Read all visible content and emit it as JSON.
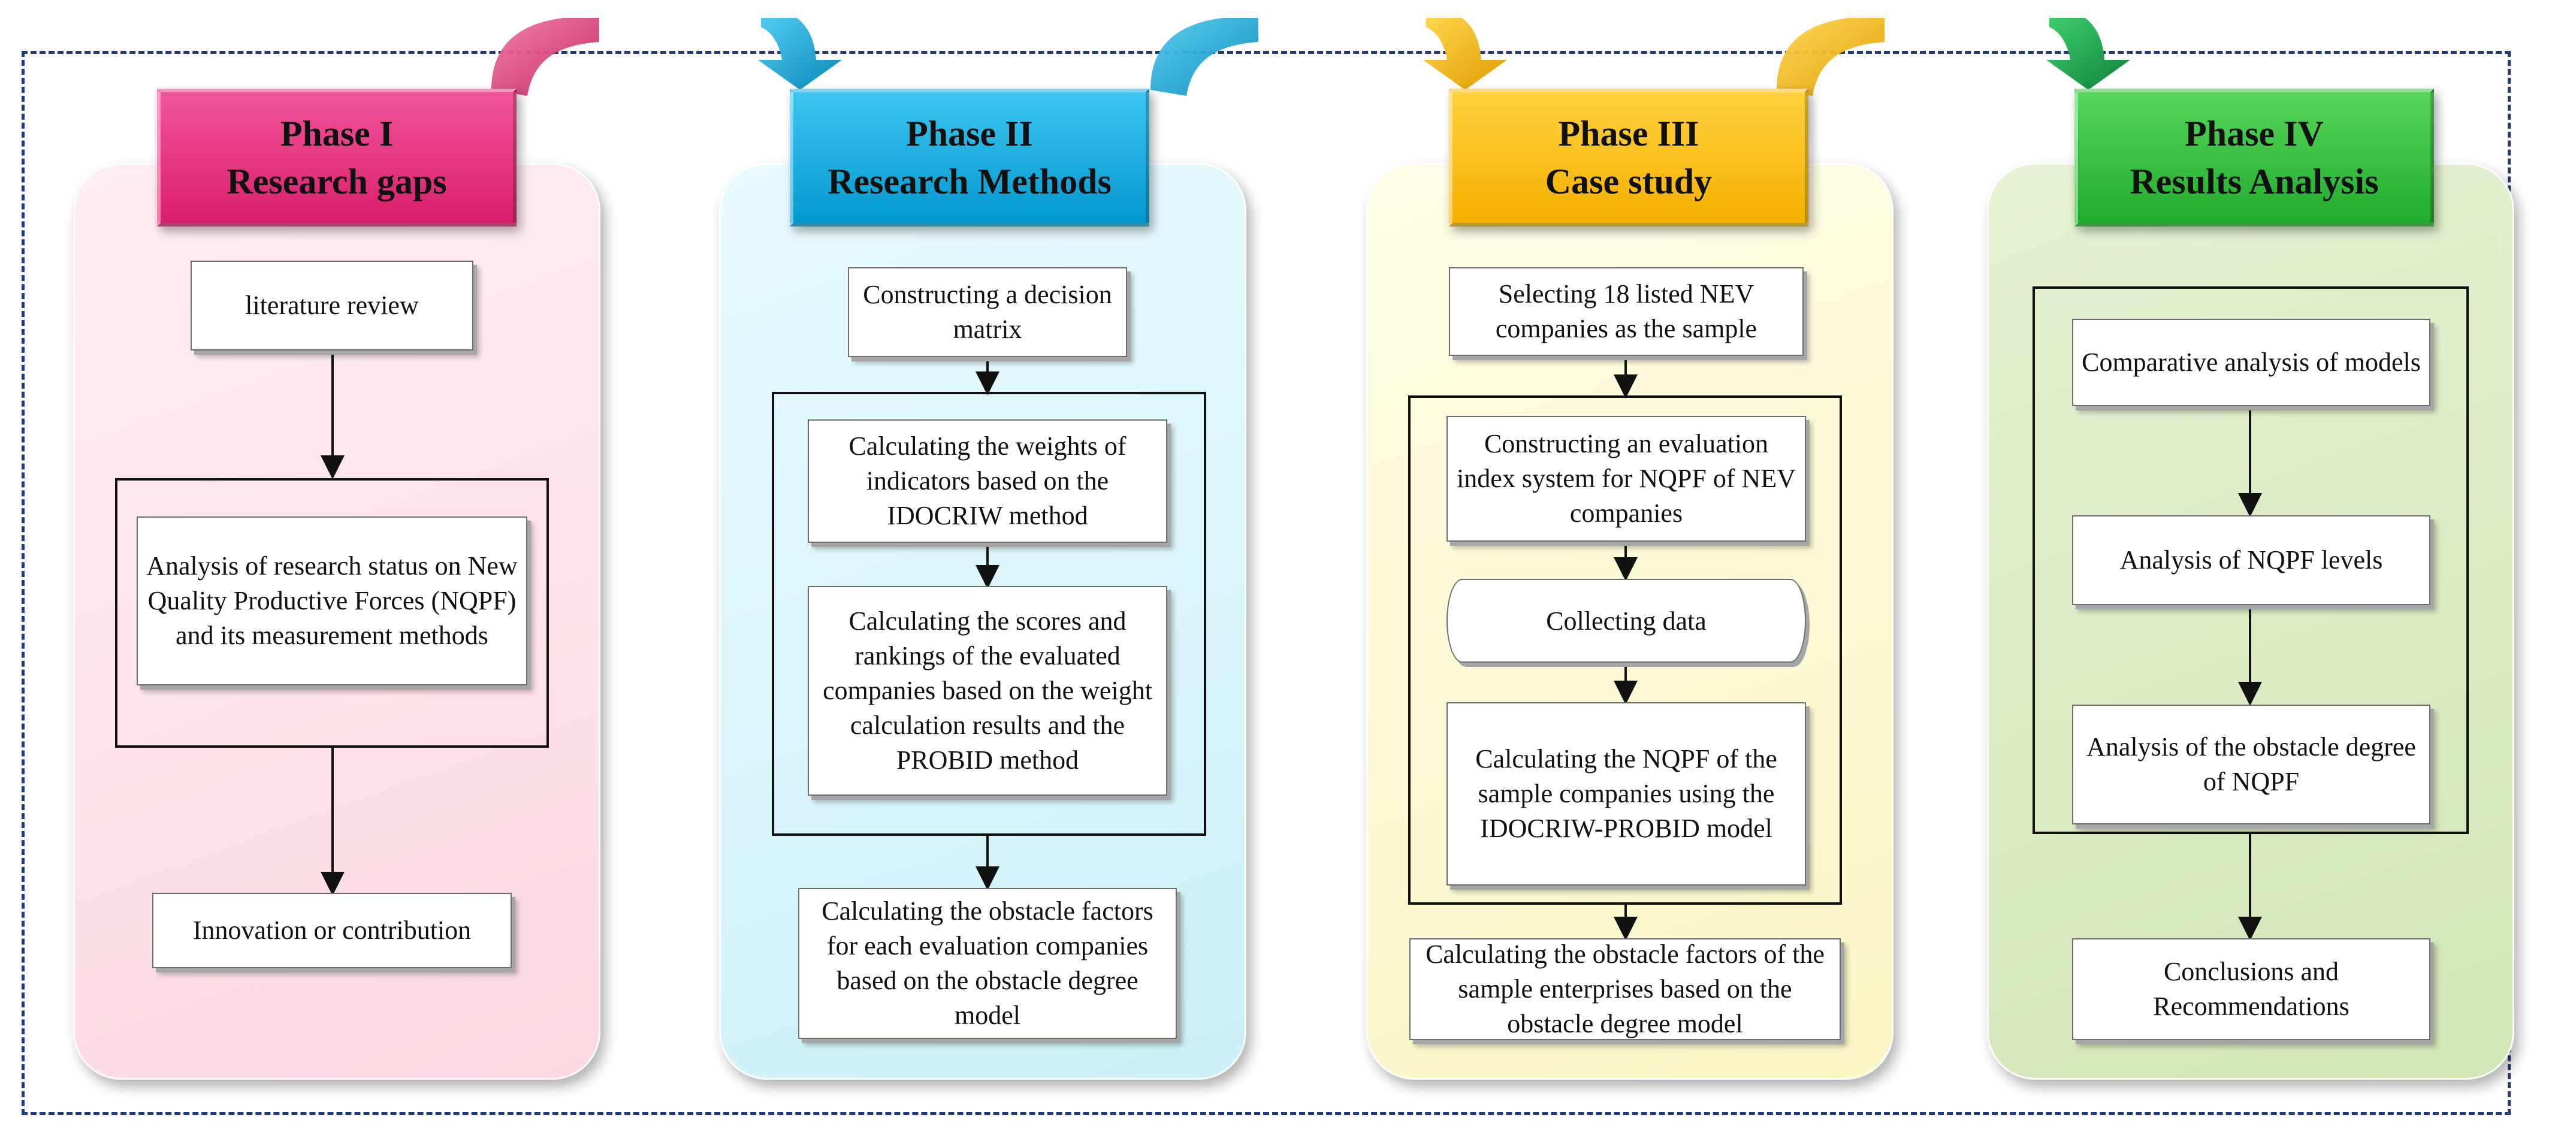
{
  "colors": {
    "frame": "#1f3a78",
    "phase1_header": "#e8337e",
    "phase1_lane": "#fde4ea",
    "phase2_header": "#0fb3e8",
    "phase2_lane": "#dcf6fb",
    "phase3_header": "#ffc20e",
    "phase3_lane": "#fdfbd6",
    "phase4_header": "#2fc43c",
    "phase4_lane": "#dcebc4"
  },
  "phase1": {
    "title": "Phase I",
    "subtitle": "Research gaps",
    "literature_review": "literature review",
    "analysis": "Analysis of research status on New Quality Productive Forces (NQPF) and its measurement methods",
    "innovation": "Innovation or contribution"
  },
  "phase2": {
    "title": "Phase II",
    "subtitle": "Research Methods",
    "decision_matrix": "Constructing a decision matrix",
    "weights": "Calculating the weights of indicators based on the IDOCRIW method",
    "scores": "Calculating the scores and rankings of the evaluated companies based on the weight calculation results and the PROBID method",
    "obstacle": "Calculating the obstacle factors for each evaluation companies based on the obstacle degree model"
  },
  "phase3": {
    "title": "Phase III",
    "subtitle": "Case study",
    "selecting": "Selecting 18 listed NEV companies as the sample",
    "index_system": "Constructing an evaluation index system for NQPF of NEV companies",
    "collecting": "Collecting data",
    "nqpf_calc": "Calculating the NQPF of the sample companies using the IDOCRIW-PROBID model",
    "obstacle": "Calculating the obstacle factors of the sample enterprises based on the obstacle degree model"
  },
  "phase4": {
    "title": "Phase IV",
    "subtitle": "Results Analysis",
    "comparative": "Comparative analysis of models",
    "levels": "Analysis of NQPF levels",
    "obstacle_degree": "Analysis of the obstacle degree of NQPF",
    "conclusions": "Conclusions and Recommendations"
  }
}
